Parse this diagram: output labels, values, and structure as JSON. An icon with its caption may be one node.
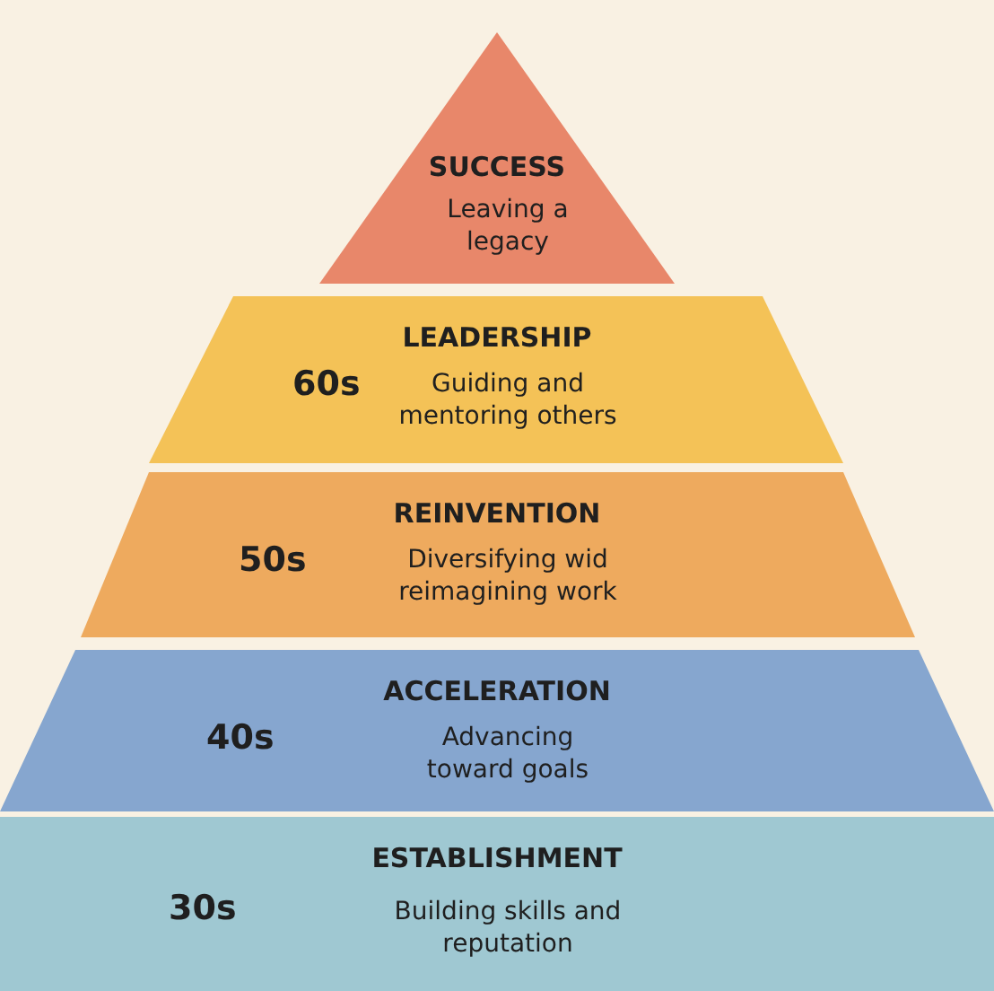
{
  "diagram": {
    "nodes": [
      {
        "text": [
          "SUCCESS",
          "Leaving a legacy"
        ]
      },
      {
        "text": [
          "LEADERSHIP",
          "60s",
          "Guiding and mentoring others"
        ]
      },
      {
        "text": [
          "REINVENTION",
          "50s",
          "Diversifying wid reimagining work"
        ]
      },
      {
        "text": [
          "ACCELERATION",
          "40s",
          "Advancing toward goals"
        ]
      },
      {
        "text": [
          "ESTABLISHMENT",
          "30s",
          "Building skills and reputation"
        ]
      }
    ],
    "edges": []
  }
}
